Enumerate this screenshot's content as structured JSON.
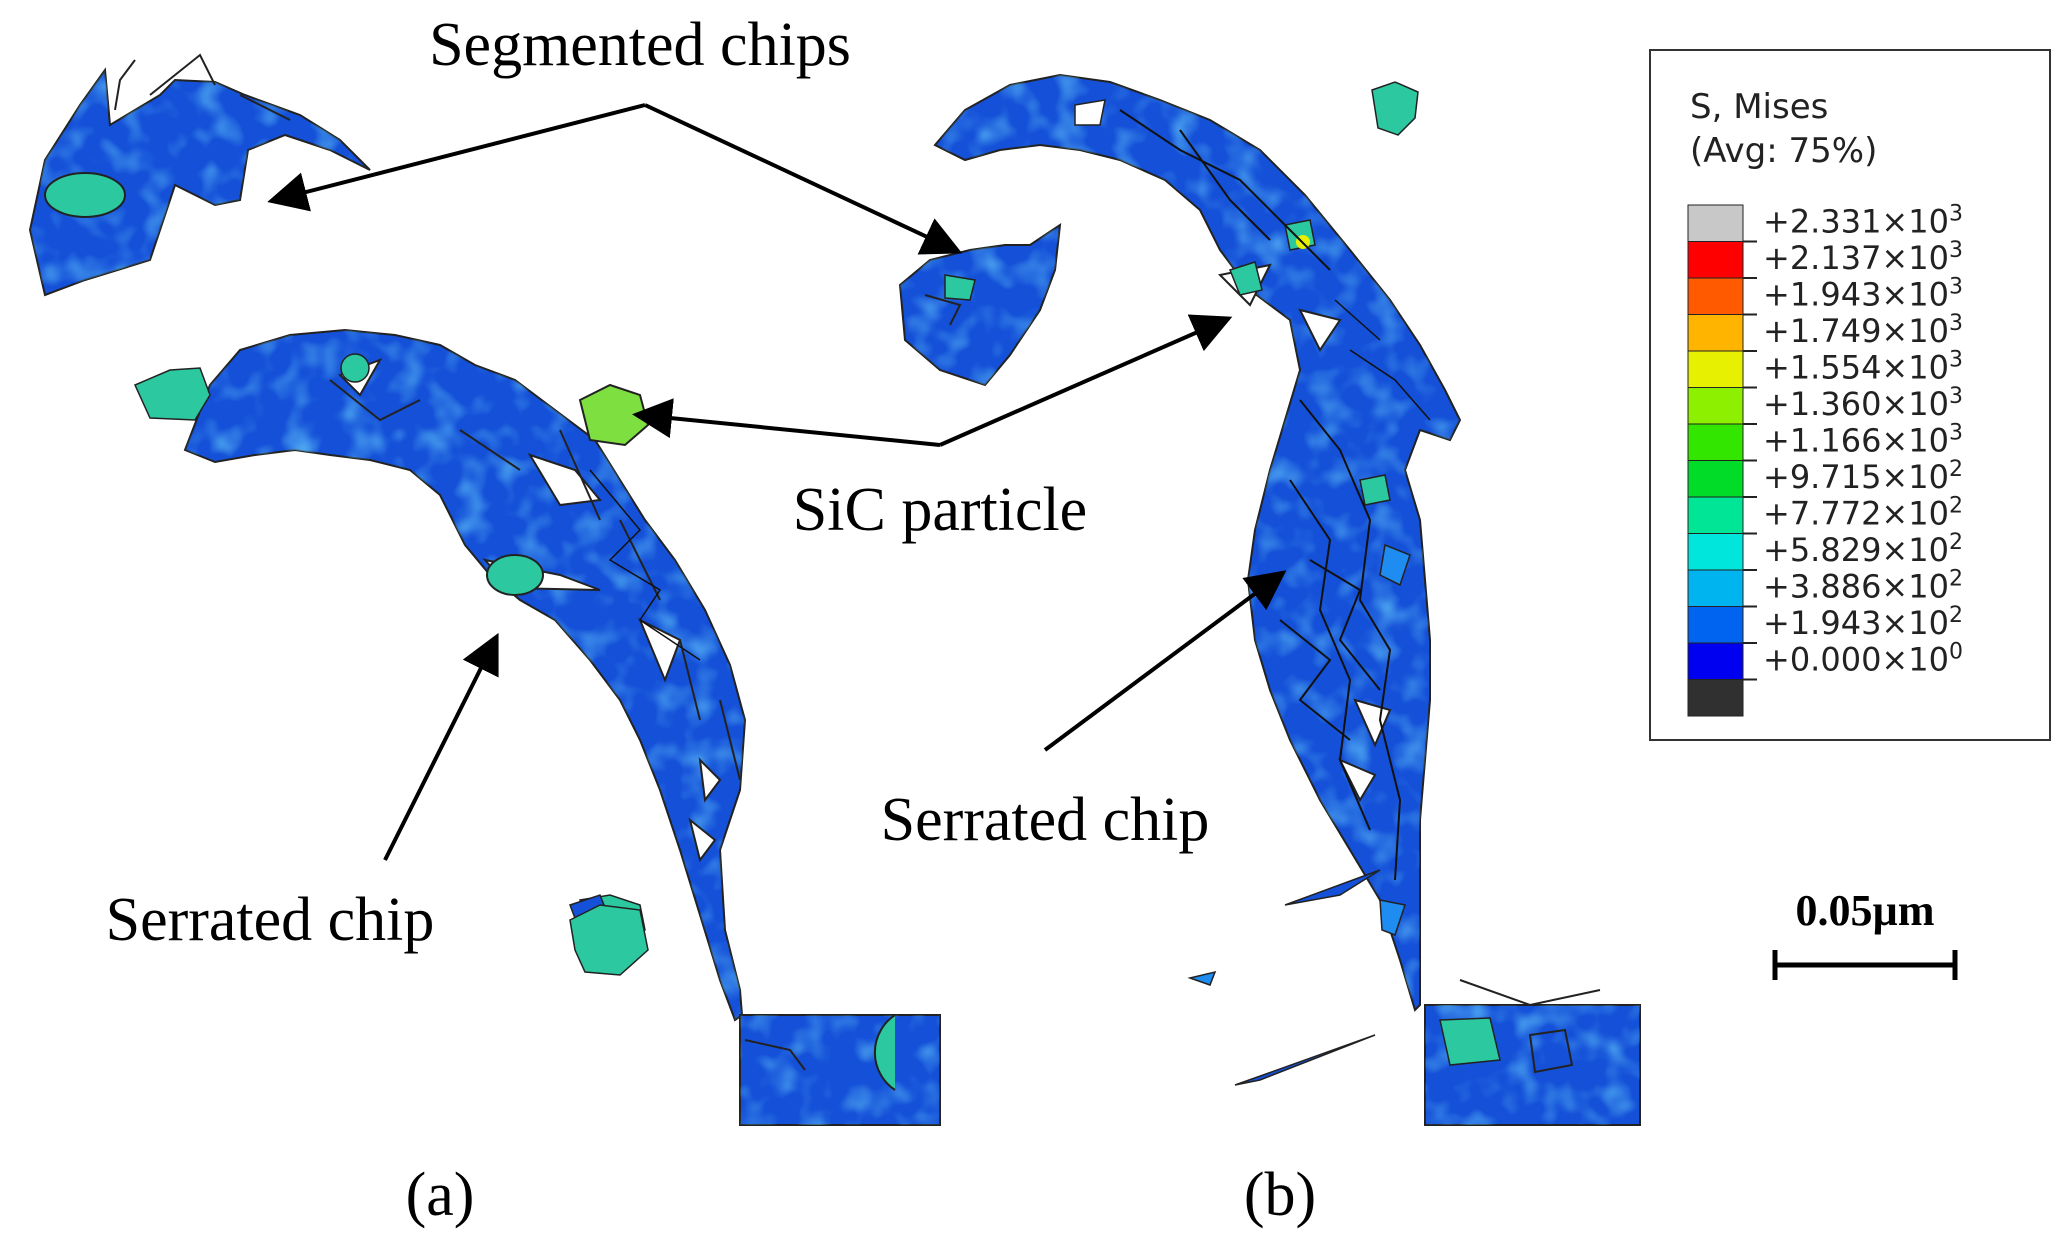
{
  "annotations": {
    "segmented_chips": "Segmented chips",
    "sic_particle": "SiC particle",
    "serrated_chip_a": "Serrated chip",
    "serrated_chip_b": "Serrated chip"
  },
  "panel_labels": {
    "a": "(a)",
    "b": "(b)"
  },
  "scale_bar": {
    "label": "0.05µm"
  },
  "legend": {
    "title_line1": "S, Mises",
    "title_line2": "(Avg: 75%)",
    "entries": [
      {
        "mantissa": "+2.331×10",
        "exp": "3",
        "color": "#c8c8c8"
      },
      {
        "mantissa": "+2.137×10",
        "exp": "3",
        "color": "#ff0000"
      },
      {
        "mantissa": "+1.943×10",
        "exp": "3",
        "color": "#ff5a00"
      },
      {
        "mantissa": "+1.749×10",
        "exp": "3",
        "color": "#ffb400"
      },
      {
        "mantissa": "+1.554×10",
        "exp": "3",
        "color": "#e6f000"
      },
      {
        "mantissa": "+1.360×10",
        "exp": "3",
        "color": "#8cf000"
      },
      {
        "mantissa": "+1.166×10",
        "exp": "3",
        "color": "#32e600"
      },
      {
        "mantissa": "+9.715×10",
        "exp": "2",
        "color": "#00dc28"
      },
      {
        "mantissa": "+7.772×10",
        "exp": "2",
        "color": "#00e696"
      },
      {
        "mantissa": "+5.829×10",
        "exp": "2",
        "color": "#00e6dc"
      },
      {
        "mantissa": "+3.886×10",
        "exp": "2",
        "color": "#00b4f0"
      },
      {
        "mantissa": "+1.943×10",
        "exp": "2",
        "color": "#0064f0"
      },
      {
        "mantissa": "+0.000×10",
        "exp": "0",
        "color": "#0000f0"
      }
    ],
    "bottom_color": "#303030"
  },
  "colors": {
    "chip_base": "#1450d8",
    "chip_dark": "#0a28c8",
    "chip_mid": "#1e8cf0",
    "particle": "#2cc8a0",
    "particle_hot": "#7ee040"
  }
}
